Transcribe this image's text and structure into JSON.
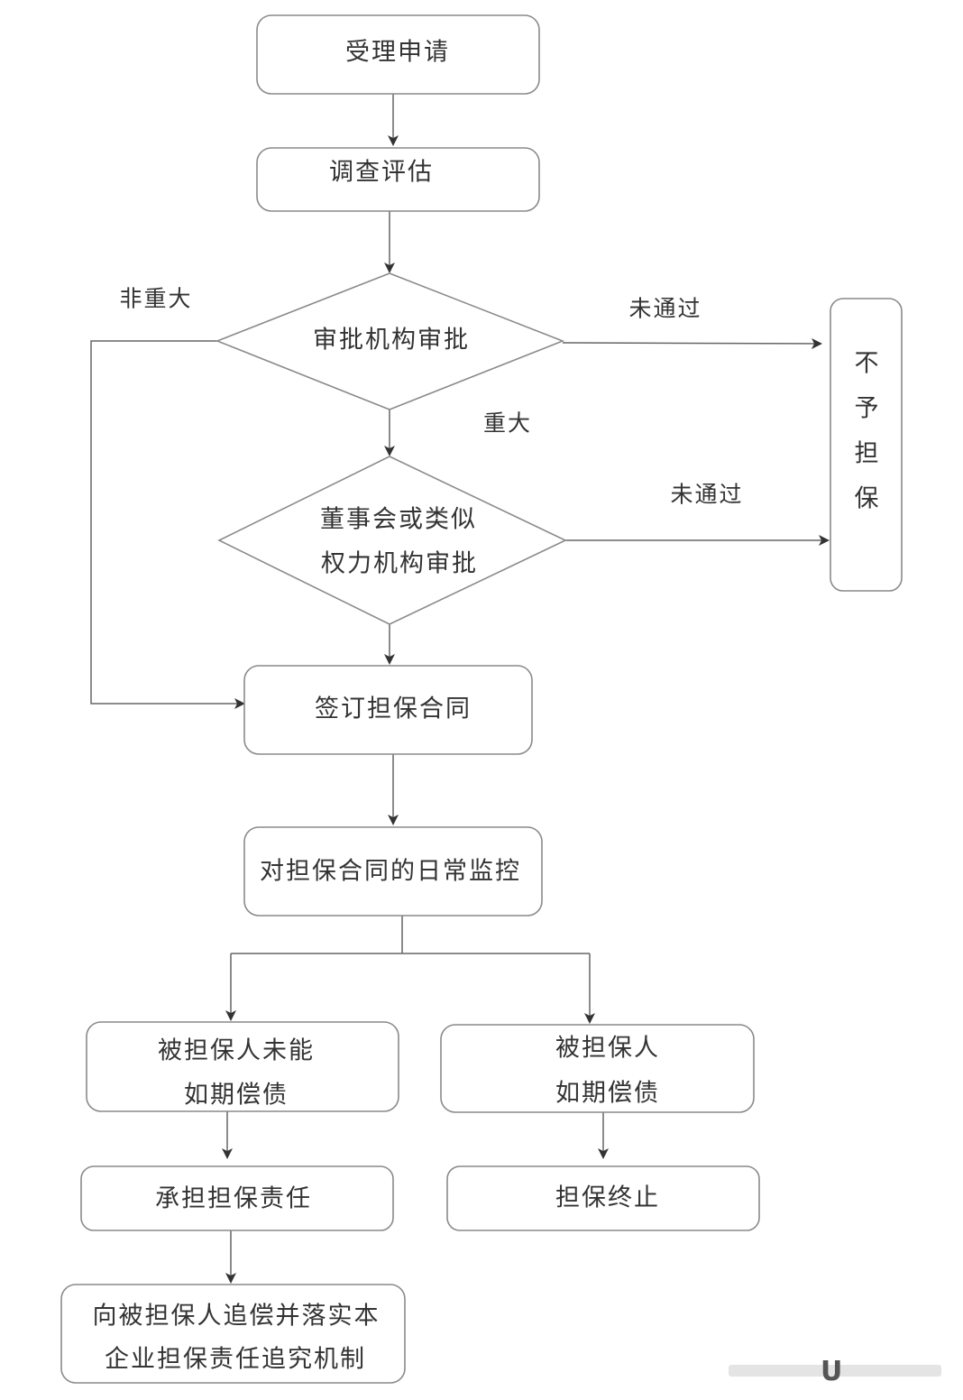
{
  "nodes": {
    "receive_application": "受理申请",
    "investigation_assessment": "调查评估",
    "approval_authority_review": "审批机构审批",
    "board_review_line1": "董事会或类似",
    "board_review_line2": "权力机构审批",
    "no_guarantee_chars": [
      "不",
      "予",
      "担",
      "保"
    ],
    "sign_contract": "签订担保合同",
    "daily_monitoring": "对担保合同的日常监控",
    "debtor_fails_line1": "被担保人未能",
    "debtor_fails_line2": "如期偿债",
    "debtor_pays_line1": "被担保人",
    "debtor_pays_line2": "如期偿债",
    "assume_liability": "承担担保责任",
    "guarantee_terminated": "担保终止",
    "recourse_line1": "向被担保人追偿并落实本",
    "recourse_line2": "企业担保责任追究机制"
  },
  "labels": {
    "non_major": "非重大",
    "major": "重大",
    "not_passed_1": "未通过",
    "not_passed_2": "未通过"
  },
  "watermark": {
    "glyph": "U"
  }
}
